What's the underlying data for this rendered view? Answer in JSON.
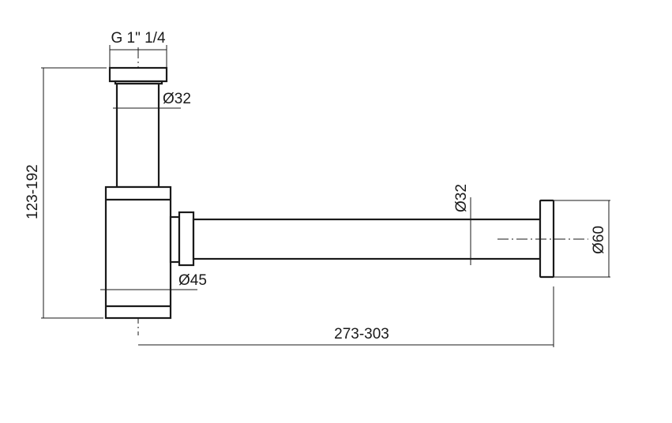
{
  "drawing": {
    "thread_label": "G 1\" 1/4",
    "upper_pipe_diameter": "Ø32",
    "body_diameter": "Ø45",
    "outlet_pipe_diameter": "Ø32",
    "flange_diameter": "Ø60",
    "height_range": "123-192",
    "length_range": "273-303"
  }
}
